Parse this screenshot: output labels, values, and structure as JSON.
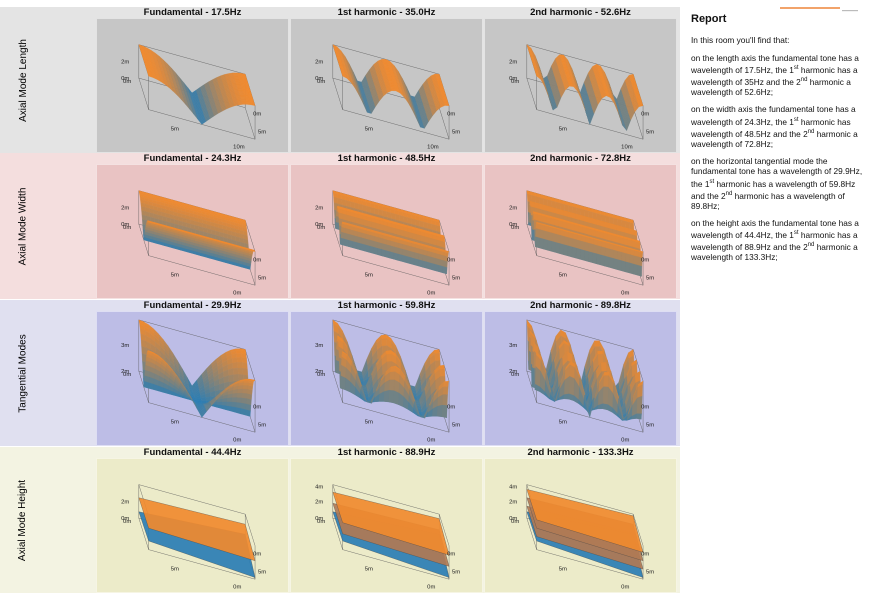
{
  "rows": [
    {
      "label": "Axial Mode Length",
      "panels": [
        {
          "title": "Fundamental - 17.5Hz",
          "z1": "2m",
          "z2": "0m",
          "v": "0m",
          "a": "5m",
          "b": "10m",
          "c": "5m",
          "d": "0m"
        },
        {
          "title": "1st harmonic - 35.0Hz",
          "z1": "2m",
          "z2": "0m",
          "v": "0m",
          "a": "5m",
          "b": "10m",
          "c": "5m",
          "d": "0m"
        },
        {
          "title": "2nd harmonic - 52.6Hz",
          "z1": "2m",
          "z2": "0m",
          "v": "0m",
          "a": "5m",
          "b": "10m",
          "c": "5m",
          "d": "0m"
        }
      ]
    },
    {
      "label": "Axial Mode Width",
      "panels": [
        {
          "title": "Fundamental - 24.3Hz",
          "z1": "2m",
          "z2": "0m",
          "v": "0m",
          "a": "5m",
          "b": "0m",
          "c": "5m",
          "d": "0m"
        },
        {
          "title": "1st harmonic - 48.5Hz",
          "z1": "2m",
          "z2": "0m",
          "v": "0m",
          "a": "5m",
          "b": "0m",
          "c": "5m",
          "d": "0m"
        },
        {
          "title": "2nd harmonic - 72.8Hz",
          "z1": "2m",
          "z2": "0m",
          "v": "0m",
          "a": "5m",
          "b": "0m",
          "c": "5m",
          "d": "0m"
        }
      ]
    },
    {
      "label": "Tangential Modes",
      "panels": [
        {
          "title": "Fundamental - 29.9Hz",
          "z1": "3m",
          "z2": "2m",
          "v": "0m",
          "a": "5m",
          "b": "0m",
          "c": "5m",
          "d": "0m"
        },
        {
          "title": "1st harmonic - 59.8Hz",
          "z1": "3m",
          "z2": "2m",
          "v": "0m",
          "a": "5m",
          "b": "0m",
          "c": "5m",
          "d": "0m"
        },
        {
          "title": "2nd harmonic - 89.8Hz",
          "z1": "3m",
          "z2": "2m",
          "v": "0m",
          "a": "5m",
          "b": "0m",
          "c": "5m",
          "d": "0m"
        }
      ]
    },
    {
      "label": "Axial Mode Height",
      "panels": [
        {
          "title": "Fundamental - 44.4Hz",
          "z0": "",
          "z1": "2m",
          "z2": "0m",
          "v": "0m",
          "a": "5m",
          "b": "0m",
          "c": "5m",
          "d": "0m"
        },
        {
          "title": "1st harmonic - 88.9Hz",
          "z0": "4m",
          "z1": "2m",
          "z2": "0m",
          "v": "0m",
          "a": "5m",
          "b": "0m",
          "c": "5m",
          "d": "0m"
        },
        {
          "title": "2nd harmonic - 133.3Hz",
          "z0": "4m",
          "z1": "2m",
          "z2": "0m",
          "v": "0m",
          "a": "5m",
          "b": "0m",
          "c": "5m",
          "d": "0m"
        }
      ]
    }
  ],
  "report": {
    "heading": "Report",
    "intro": "In this room you'll find that:",
    "paragraphs": [
      "on the length axis the fundamental tone has a wavelength of 17.5Hz, the 1st harmonic has a wavelength of 35Hz and the 2nd harmonic a wavelength of 52.6Hz;",
      "on the width axis the fundamental tone has a wavelength of 24.3Hz, the 1st harmonic has wavelength of 48.5Hz and the 2nd harmonic a wavelength of 72.8Hz;",
      "on the horizontal tangential mode the fundamental tone has a wavelength of 29.9Hz, the 1st harmonic has a wavelength of 59.8Hz and the 2nd harmonic has a wavelength of 89.8Hz;",
      "on the height axis the fundamental tone has a wavelength of 44.4Hz, the 1st harmonic has a wavelength of 88.9Hz and the 2nd harmonic a wavelength of 133.3Hz;"
    ]
  },
  "colors": {
    "row_bg": [
      "#e4e4e4",
      "#f4dede",
      "#e0e0f0",
      "#f3f3e2"
    ],
    "panel_bg": [
      "#c6c6c6",
      "#e9c3c3",
      "#bdbde6",
      "#ecebc9"
    ],
    "surface_top": "#f08a2f",
    "surface_bottom": "#2a7db4"
  },
  "surface_types": [
    "length",
    "width",
    "tangential",
    "height"
  ],
  "harmonics": [
    1,
    2,
    3
  ]
}
